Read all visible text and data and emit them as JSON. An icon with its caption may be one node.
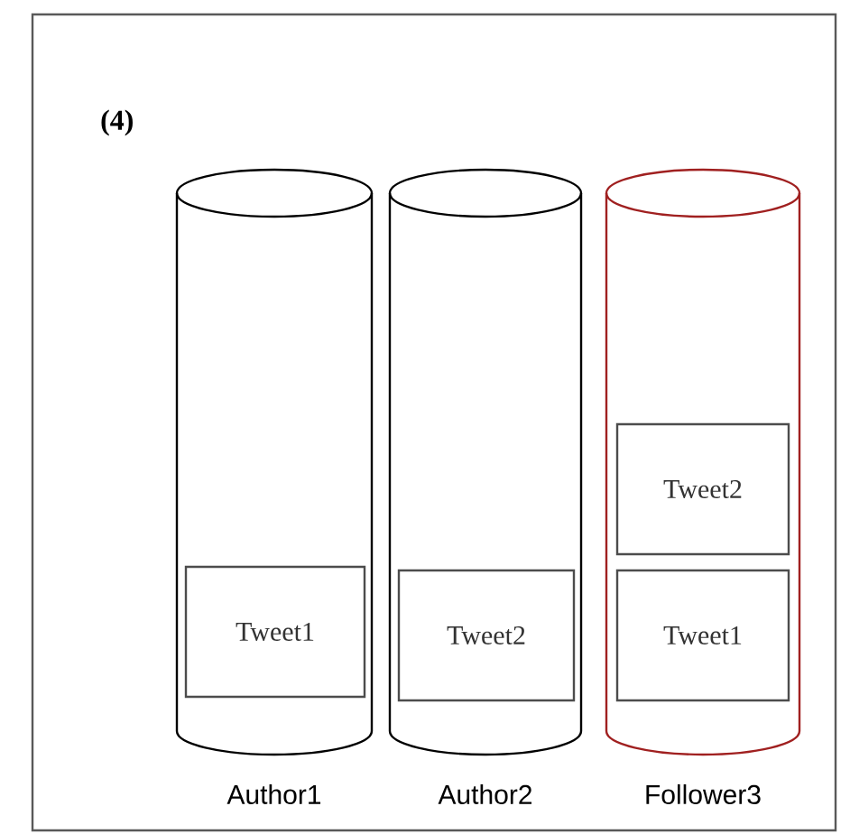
{
  "diagram": {
    "nodes": [
      {
        "text": [],
        "shape": "cylinder",
        "beside": [
          "Author1"
        ]
      },
      {
        "text": [],
        "shape": "cylinder",
        "beside": [
          "Author2"
        ]
      },
      {
        "text": [],
        "shape": "cylinder",
        "beside": [
          "Follower3"
        ]
      },
      {
        "text": [
          "Tweet1"
        ],
        "in": 0
      },
      {
        "text": [
          "Tweet2"
        ],
        "in": 1
      },
      {
        "text": [
          "Tweet2"
        ],
        "in": 2
      },
      {
        "text": [
          "Tweet1"
        ],
        "in": 2
      }
    ],
    "labels": [
      "(4)"
    ]
  }
}
